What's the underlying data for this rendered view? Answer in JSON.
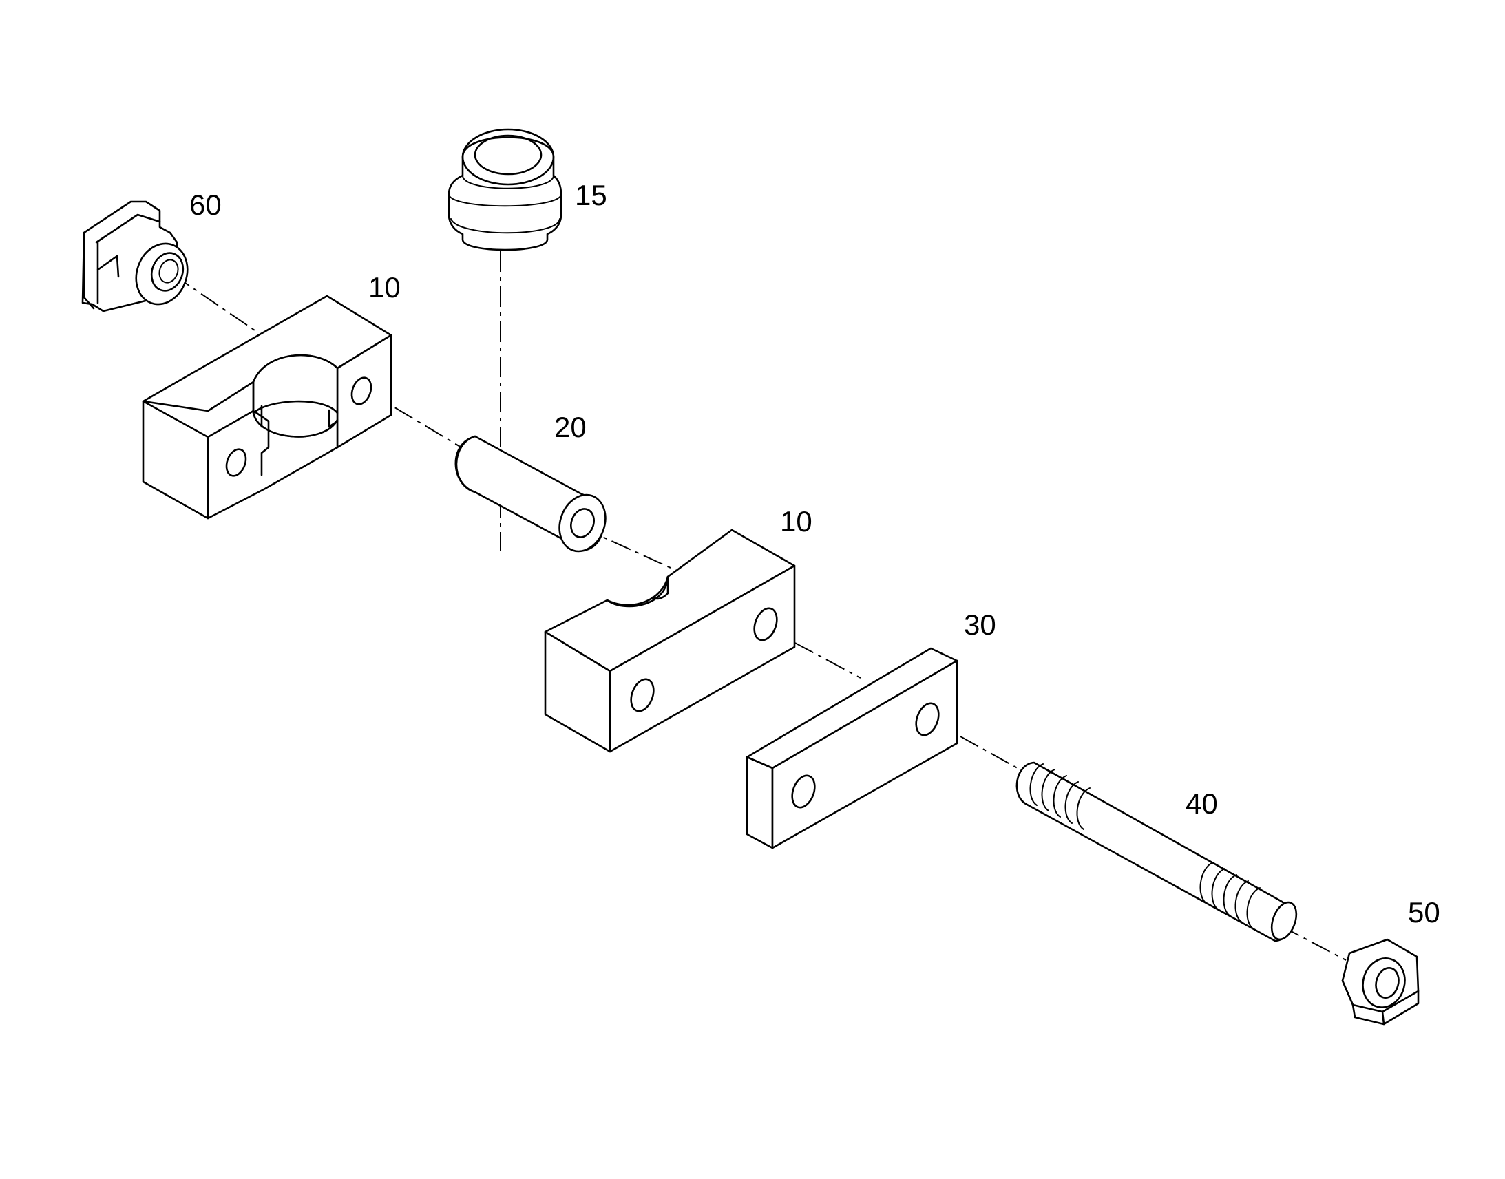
{
  "callouts": {
    "p60": "60",
    "p15": "15",
    "p10_upper": "10",
    "p20": "20",
    "p10_lower": "10",
    "p30": "30",
    "p40": "40",
    "p50": "50"
  }
}
